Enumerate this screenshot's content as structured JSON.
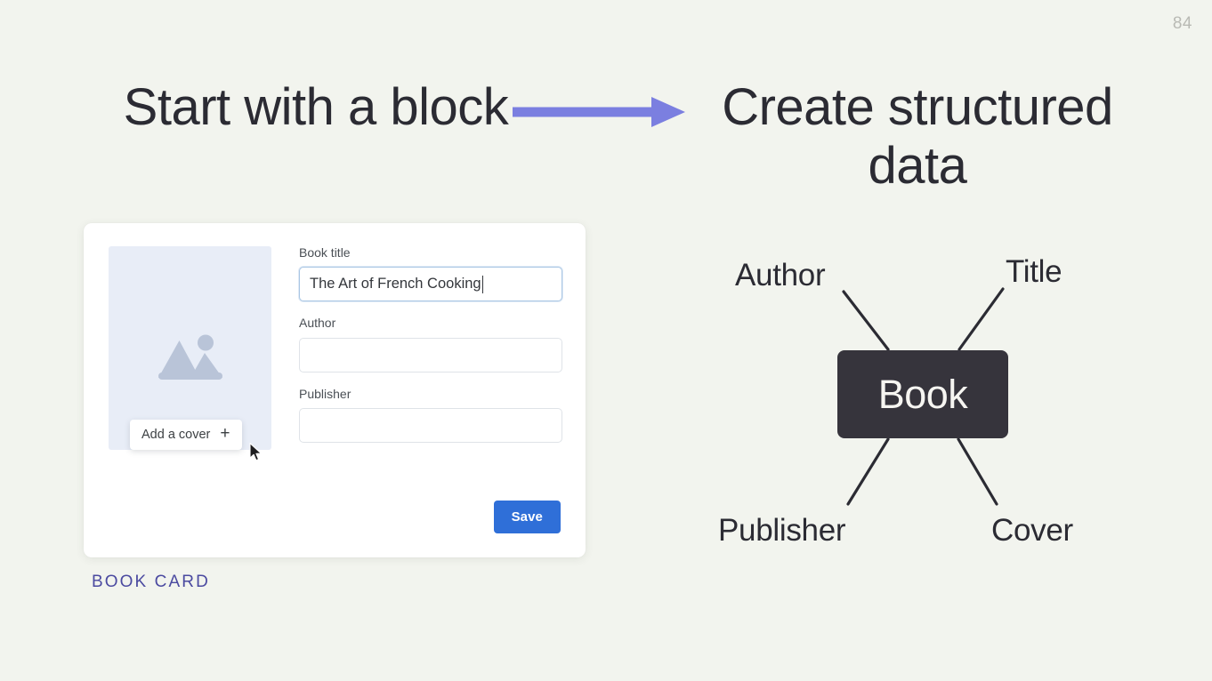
{
  "slide": {
    "page_number": "84",
    "background_color": "#f2f4ee",
    "heading_left": "Start with a block",
    "heading_right": "Create structured data",
    "arrow_color": "#7b7fe0",
    "caption": "BOOK CARD",
    "caption_color": "#4b4aa0"
  },
  "card": {
    "cover": {
      "placeholder_icon": "image-placeholder-icon",
      "background_color": "#e8edf7",
      "add_cover_label": "Add a cover",
      "add_cover_plus": "+"
    },
    "fields": [
      {
        "label": "Book title",
        "value": "The Art of French Cooking",
        "placeholder": "",
        "focused": true
      },
      {
        "label": "Author",
        "value": "",
        "placeholder": "",
        "focused": false
      },
      {
        "label": "Publisher",
        "value": "",
        "placeholder": "",
        "focused": false
      }
    ],
    "save_label": "Save",
    "save_color": "#2f6fd8"
  },
  "diagram": {
    "center_node": "Book",
    "center_node_color": "#36343c",
    "labels": [
      {
        "name": "Author",
        "position": "top-left"
      },
      {
        "name": "Title",
        "position": "top-right"
      },
      {
        "name": "Publisher",
        "position": "bottom-left"
      },
      {
        "name": "Cover",
        "position": "bottom-right"
      }
    ]
  }
}
